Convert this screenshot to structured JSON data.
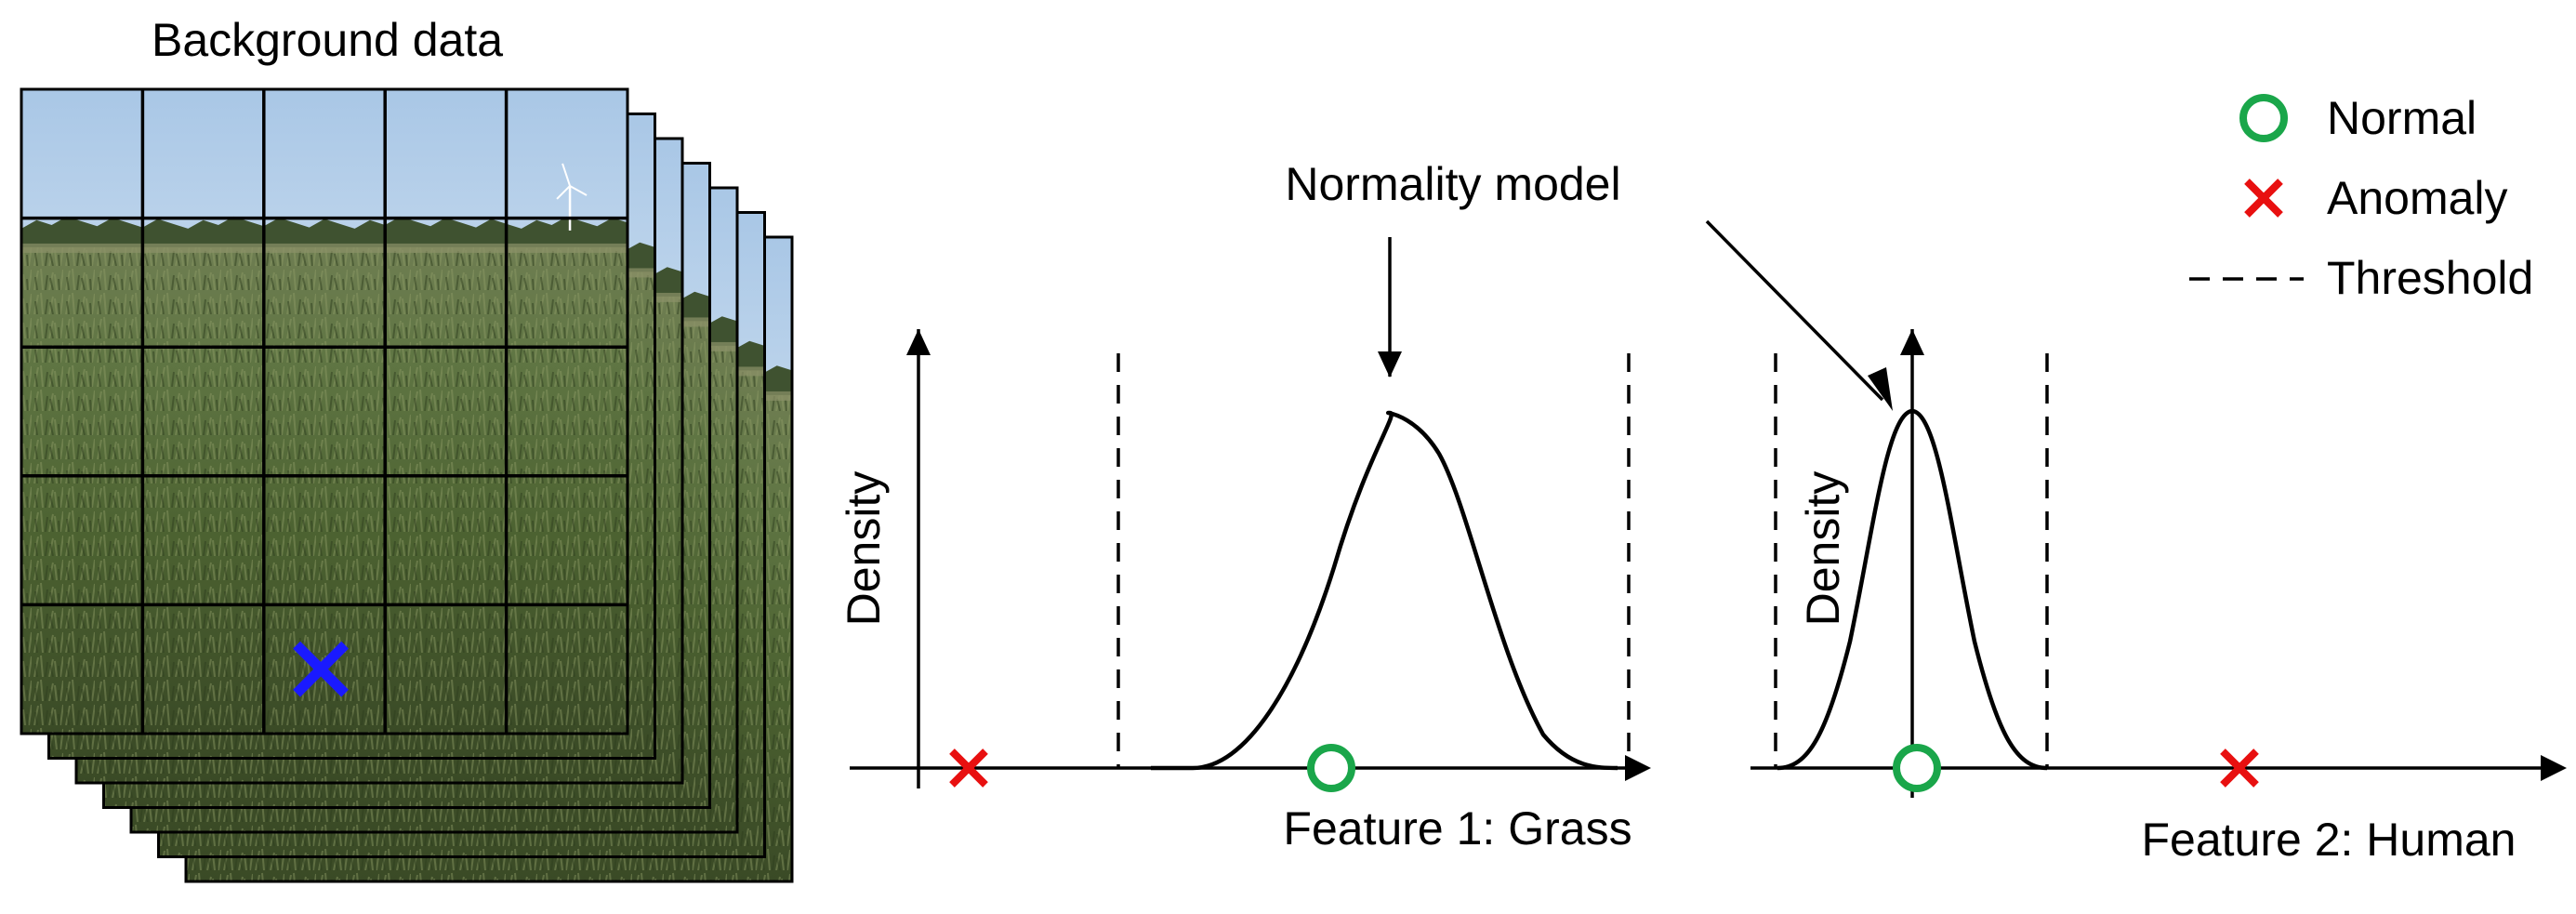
{
  "stack": {
    "title": "Background data",
    "frames": 7,
    "grid_rows": 5,
    "grid_cols": 5
  },
  "legend": {
    "normal": "Normal",
    "anomaly": "Anomaly",
    "threshold": "Threshold"
  },
  "plot1": {
    "ylabel": "Density",
    "xlabel": "Feature 1: Grass"
  },
  "plot2": {
    "ylabel": "Density",
    "xlabel": "Feature 2: Human"
  },
  "annotation": {
    "normality_model": "Normality model"
  },
  "colors": {
    "normal": "#1aa64a",
    "anomaly": "#e81010",
    "selected_patch_marker": "#1a1aff",
    "line": "#000000"
  }
}
